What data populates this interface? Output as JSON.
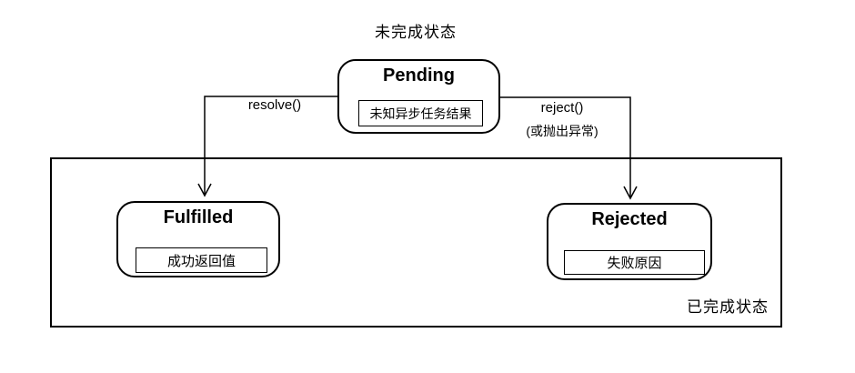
{
  "diagram": {
    "top_label": "未完成状态",
    "bottom_label": "已完成状态",
    "nodes": {
      "pending": {
        "title": "Pending",
        "value": "未知异步任务结果"
      },
      "fulfilled": {
        "title": "Fulfilled",
        "value": "成功返回值"
      },
      "rejected": {
        "title": "Rejected",
        "value": "失败原因"
      }
    },
    "edges": {
      "resolve": {
        "label": "resolve()"
      },
      "reject": {
        "label": "reject()",
        "sublabel": "(或抛出异常)"
      }
    },
    "colors": {
      "line": "#000000",
      "text": "#000000",
      "background": "#ffffff"
    }
  }
}
